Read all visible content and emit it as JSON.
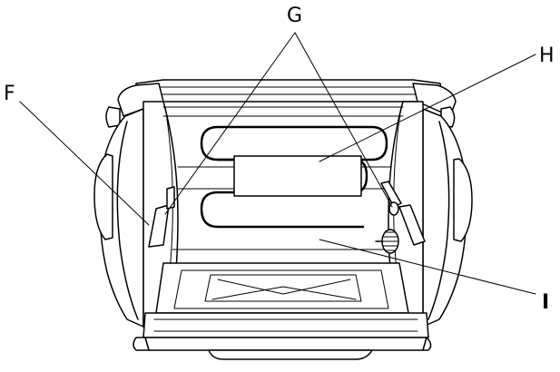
{
  "labels": {
    "f": "F",
    "g": "G",
    "h": "H",
    "i": "I"
  },
  "colors": {
    "stroke": "#000000",
    "background": "#ffffff"
  }
}
